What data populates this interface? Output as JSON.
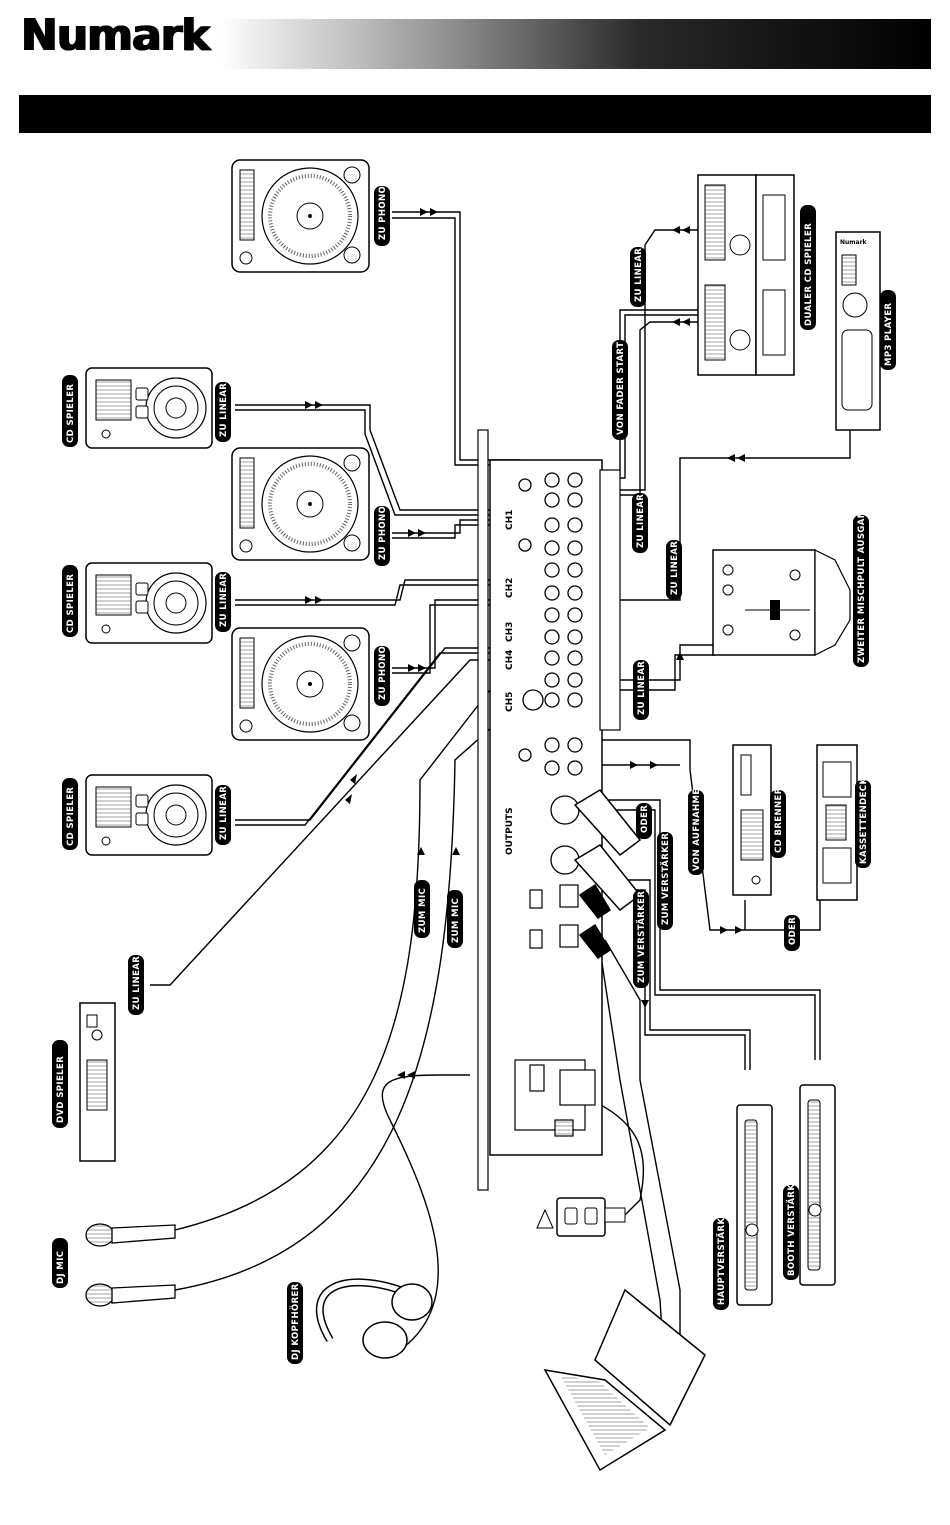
{
  "brand": {
    "logo": "Numark"
  },
  "labels": {
    "zu_phono": "ZU PHONO",
    "zu_linear": "ZU LINEAR",
    "cd_spieler": "CD SPIELER",
    "dualer_cd_spieler": "DUALER CD SPIELER",
    "mp3_player": "MP3 PLAYER",
    "von_fader_start": "VON FADER START",
    "zweiter_mischpult_ausgang": "ZWEITER MISCHPULT AUSGANG",
    "von_aufnahme": "VON AUFNAHME",
    "cd_brenner": "CD BRENNER",
    "kassettendeck": "KASSETTENDECK",
    "oder": "ODER",
    "zum_verstaerker": "ZUM VERSTÄRKER",
    "zum_mic": "ZUM MIC",
    "dvd_spieler": "DVD SPIELER",
    "dj_mic": "DJ MIC",
    "dj_kopfhoerer": "DJ KOPFHÖRER",
    "hauptverstaerker": "HAUPTVERSTÄRKER",
    "booth_verstaerker": "BOOTH VERSTÄRKER"
  },
  "mixer": {
    "channels": [
      "CH1",
      "CH2",
      "CH3",
      "CH4",
      "CH5"
    ],
    "outputs_label": "OUTPUTS",
    "amp_brand": "Numark"
  }
}
